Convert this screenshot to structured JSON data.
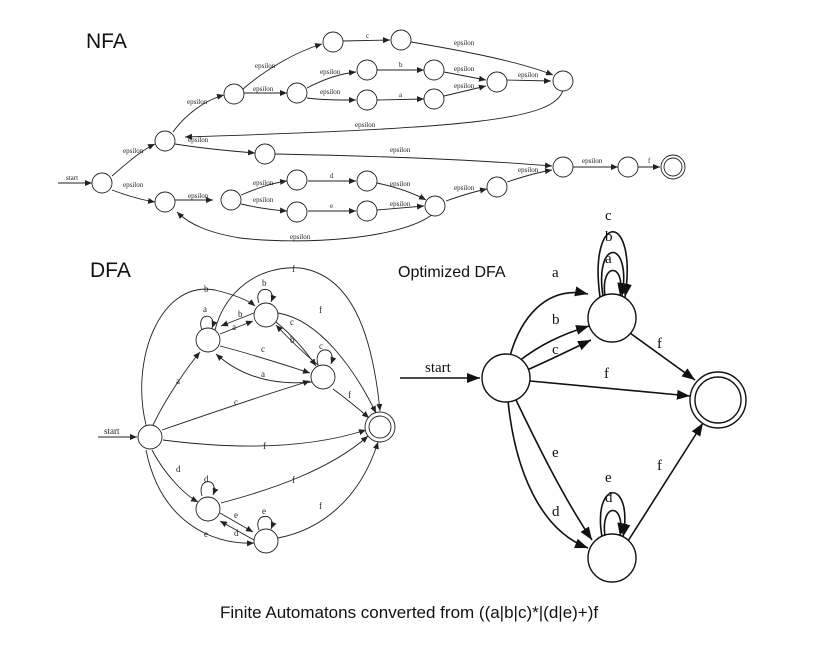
{
  "titles": {
    "nfa": "NFA",
    "dfa": "DFA",
    "optimized": "Optimized DFA"
  },
  "caption": "Finite Automatons converted from ((a|b|c)*|(d|e)+)f",
  "labels": {
    "start": "start",
    "epsilon": "epsilon",
    "a": "a",
    "b": "b",
    "c": "c",
    "d": "d",
    "e": "e",
    "f": "f"
  }
}
